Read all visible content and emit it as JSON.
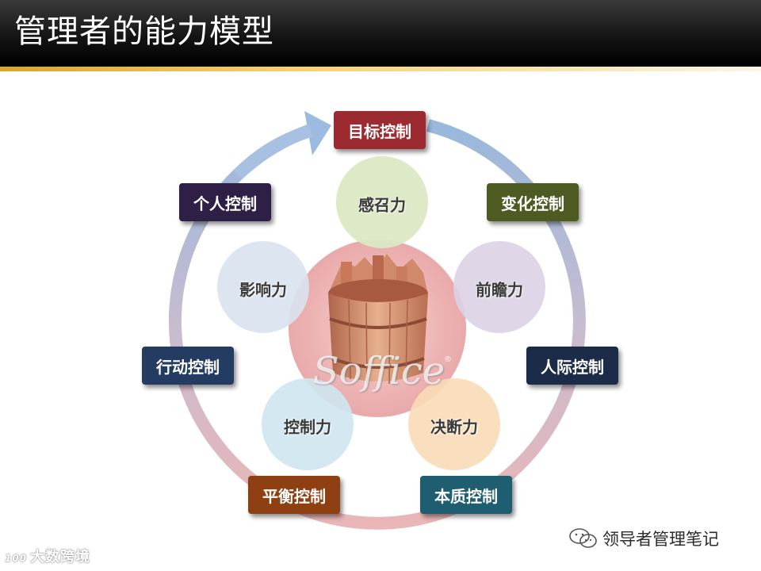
{
  "title": "管理者的能力模型",
  "control_boxes": [
    {
      "id": "goal",
      "label": "目标控制",
      "color": "#9b2a31"
    },
    {
      "id": "change",
      "label": "变化控制",
      "color": "#4d5a21"
    },
    {
      "id": "interpersonal",
      "label": "人际控制",
      "color": "#1c2c48"
    },
    {
      "id": "essence",
      "label": "本质控制",
      "color": "#1f5d70"
    },
    {
      "id": "balance",
      "label": "平衡控制",
      "color": "#8e4012"
    },
    {
      "id": "action",
      "label": "行动控制",
      "color": "#243c62"
    },
    {
      "id": "personal",
      "label": "个人控制",
      "color": "#2e1f46"
    }
  ],
  "abilities": [
    {
      "id": "appeal",
      "label": "感召力",
      "color": "#dbe8c4"
    },
    {
      "id": "foresight",
      "label": "前瞻力",
      "color": "#dcd2e4"
    },
    {
      "id": "decision",
      "label": "决断力",
      "color": "#fadbb8"
    },
    {
      "id": "control",
      "label": "控制力",
      "color": "#cfe6f0"
    },
    {
      "id": "influence",
      "label": "影响力",
      "color": "#d9e2f0"
    }
  ],
  "center": {
    "logo_text": "Soffice",
    "registered_mark": "®"
  },
  "watermarks": {
    "left": "大数跨境",
    "left_prefix": "100",
    "right": "领导者管理笔记"
  }
}
